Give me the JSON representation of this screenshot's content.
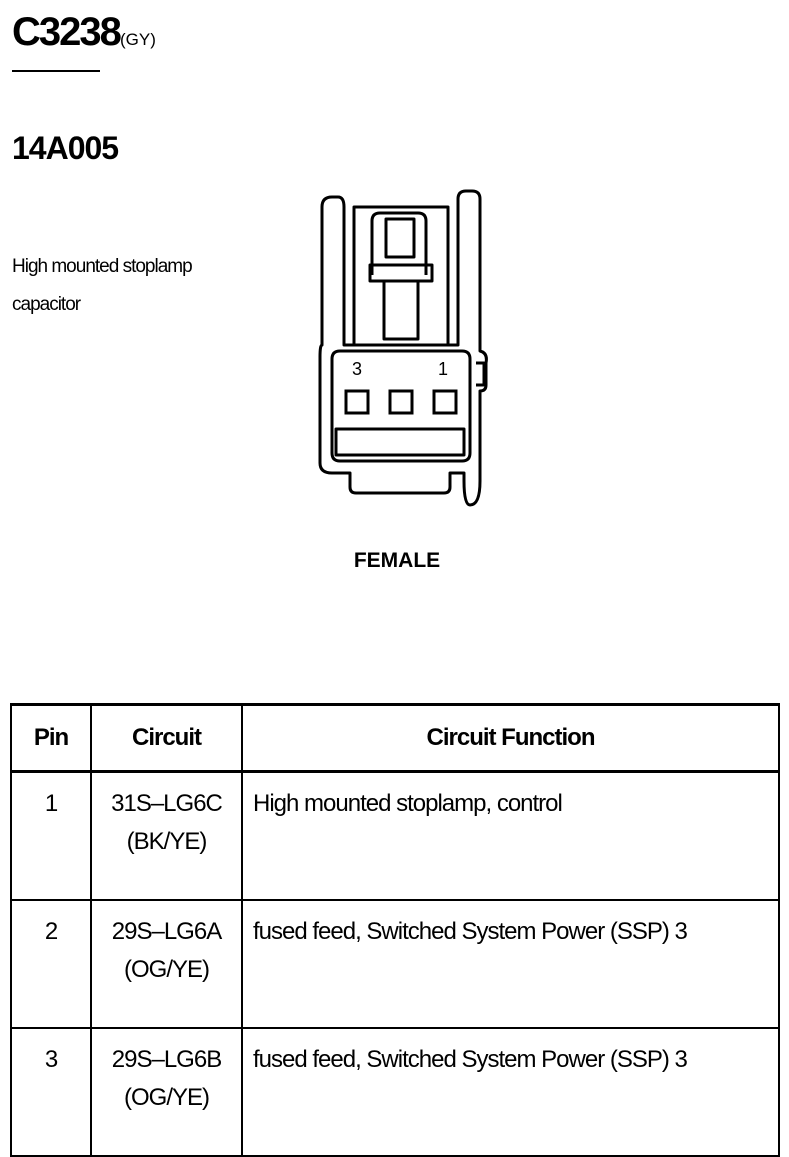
{
  "header": {
    "connector_id": "C3238",
    "connector_color": "(GY)",
    "part_number": "14A005",
    "description_line1": "High mounted stoplamp",
    "description_line2": "capacitor"
  },
  "diagram": {
    "cavity_left_label": "3",
    "cavity_right_label": "1",
    "gender": "FEMALE"
  },
  "table": {
    "headers": {
      "pin": "Pin",
      "circuit": "Circuit",
      "function": "Circuit Function"
    },
    "rows": [
      {
        "pin": "1",
        "circuit": "31S–LG6C",
        "wire_color": "(BK/YE)",
        "function": "High mounted stoplamp, control"
      },
      {
        "pin": "2",
        "circuit": "29S–LG6A",
        "wire_color": "(OG/YE)",
        "function": "fused feed, Switched System Power (SSP) 3"
      },
      {
        "pin": "3",
        "circuit": "29S–LG6B",
        "wire_color": "(OG/YE)",
        "function": "fused feed, Switched System Power (SSP) 3"
      }
    ]
  }
}
